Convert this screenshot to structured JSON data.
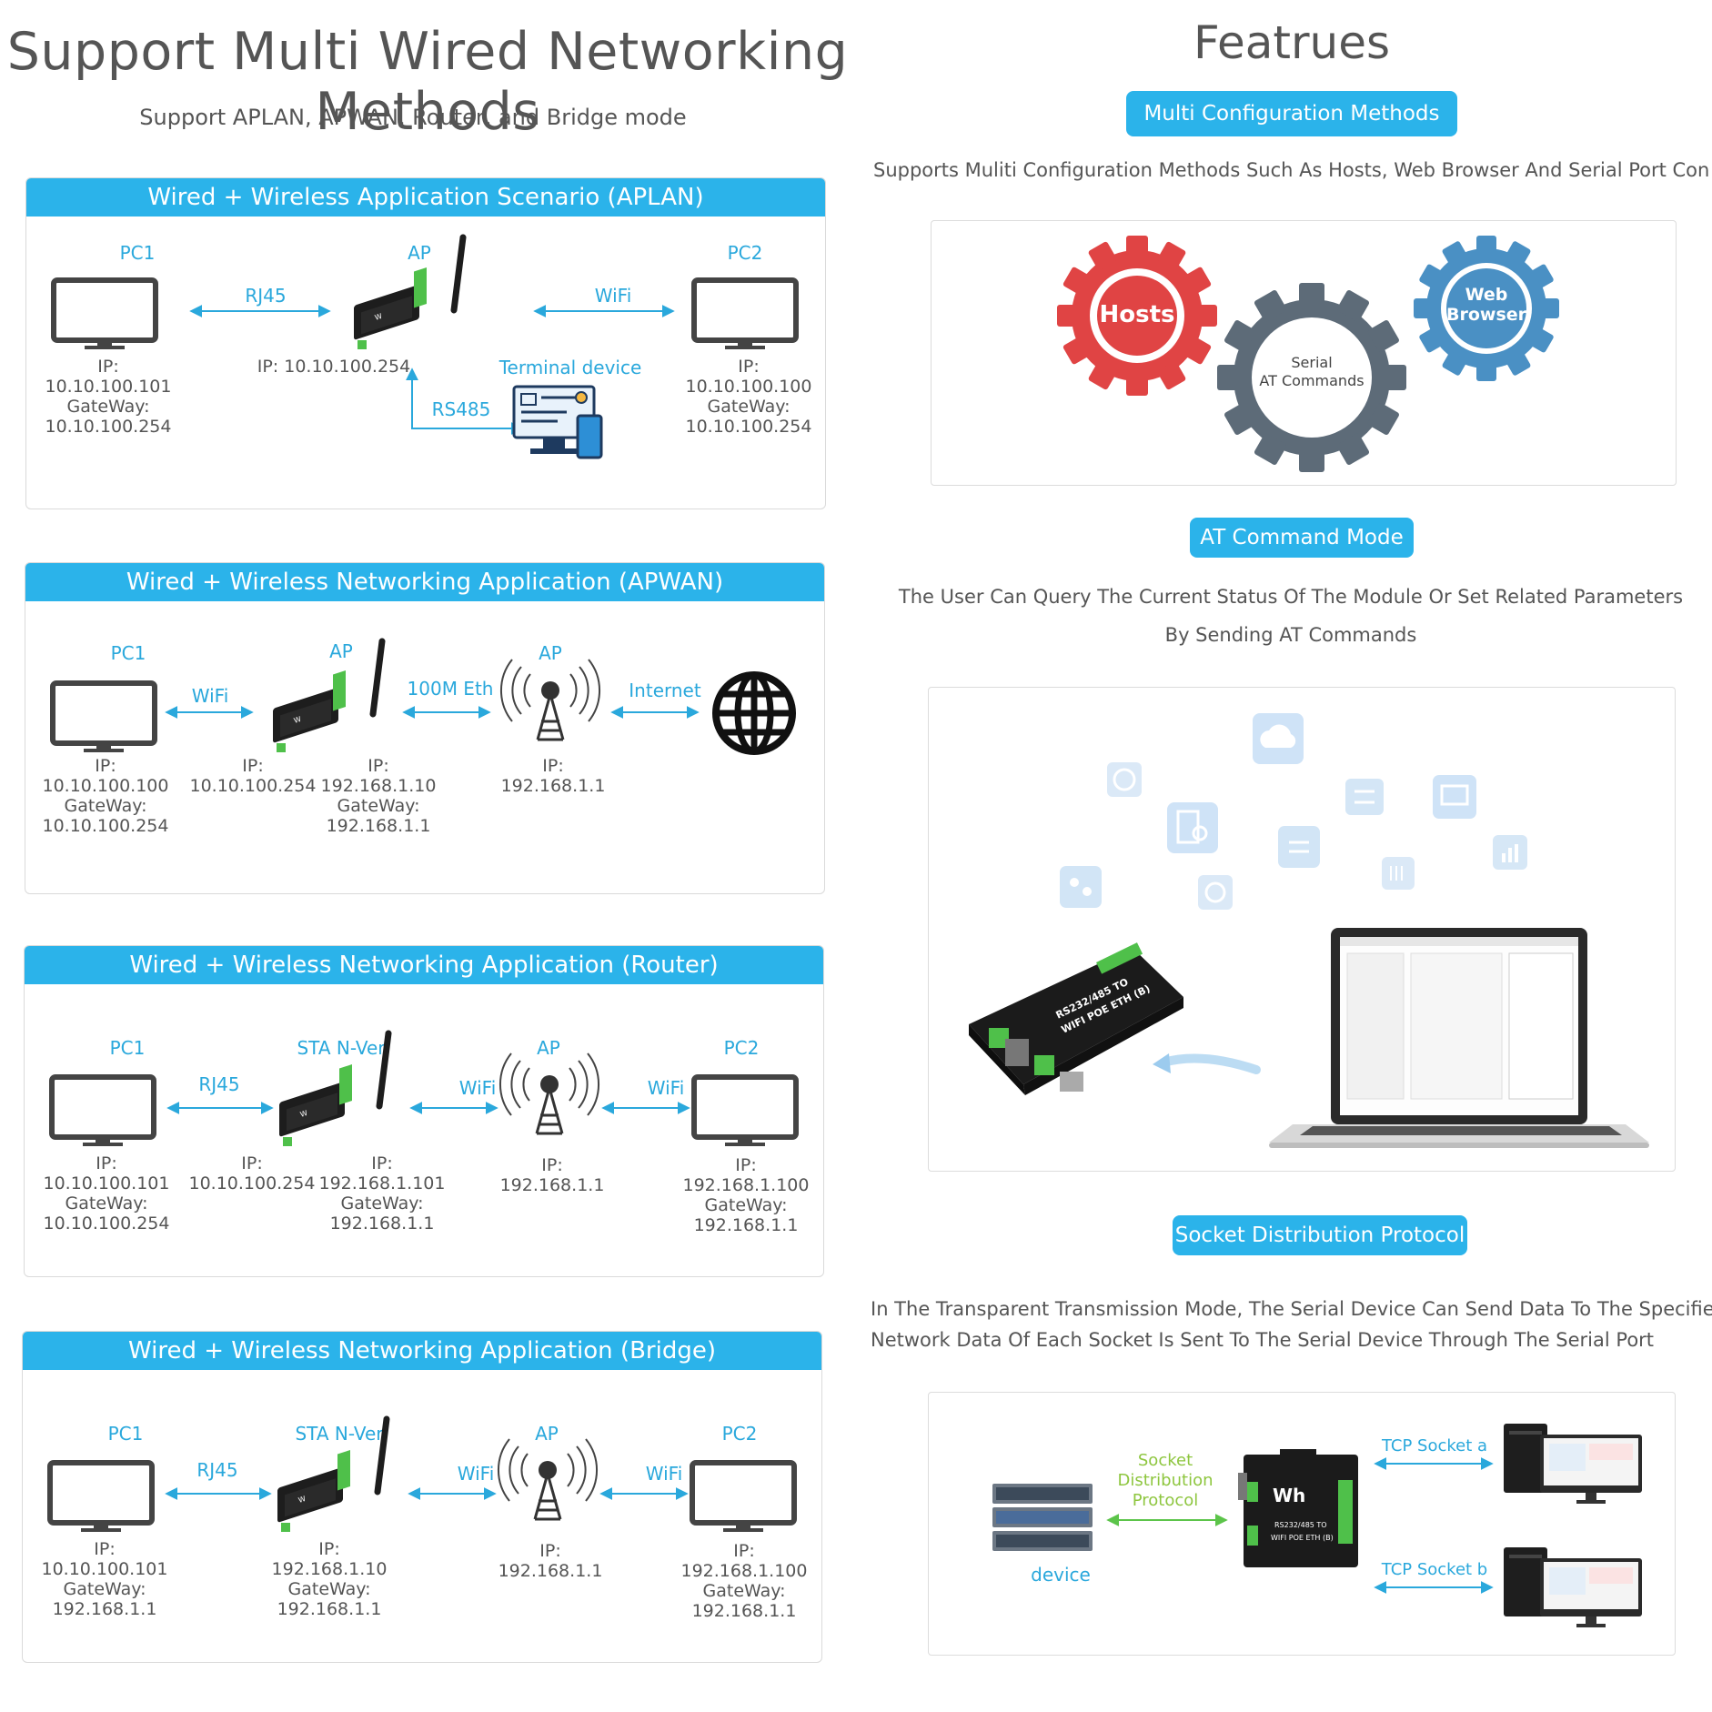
{
  "left": {
    "title": "Support Multi Wired Networking Methods",
    "subtitle": "Support APLAN, APWAN, Router, and Bridge mode",
    "aplan": {
      "header": "Wired + Wireless Application Scenario (APLAN)",
      "pc1": "PC1",
      "ap": "AP",
      "pc2": "PC2",
      "rj45": "RJ45",
      "wifi": "WiFi",
      "rs485": "RS485",
      "terminal": "Terminal device",
      "pc1_ip": [
        "IP:",
        "10.10.100.101",
        "GateWay:",
        "10.10.100.254"
      ],
      "ap_ip": "IP: 10.10.100.254",
      "pc2_ip": [
        "IP:",
        "10.10.100.100",
        "GateWay:",
        "10.10.100.254"
      ]
    },
    "apwan": {
      "header": "Wired + Wireless Networking Application (APWAN)",
      "pc1": "PC1",
      "ap1": "AP",
      "ap2": "AP",
      "wifi": "WiFi",
      "eth": "100M Eth",
      "internet": "Internet",
      "pc1_ip": [
        "IP:",
        "10.10.100.100",
        "GateWay:",
        "10.10.100.254"
      ],
      "dev_ip_left": [
        "IP:",
        "10.10.100.254"
      ],
      "dev_ip_right": [
        "IP:",
        "192.168.1.10",
        "GateWay:",
        "192.168.1.1"
      ],
      "ap_ip": [
        "IP:",
        "192.168.1.1"
      ]
    },
    "router": {
      "header": "Wired + Wireless Networking Application (Router)",
      "pc1": "PC1",
      "sta": "STA N-Ver",
      "ap": "AP",
      "pc2": "PC2",
      "rj45": "RJ45",
      "wifi1": "WiFi",
      "wifi2": "WiFi",
      "pc1_ip": [
        "IP:",
        "10.10.100.101",
        "GateWay:",
        "10.10.100.254"
      ],
      "dev_ip_left": [
        "IP:",
        "10.10.100.254"
      ],
      "dev_ip_right": [
        "IP:",
        "192.168.1.101",
        "GateWay:",
        "192.168.1.1"
      ],
      "ap_ip": [
        "IP:",
        "192.168.1.1"
      ],
      "pc2_ip": [
        "IP:",
        "192.168.1.100",
        "GateWay:",
        "192.168.1.1"
      ]
    },
    "bridge": {
      "header": "Wired + Wireless Networking Application (Bridge)",
      "pc1": "PC1",
      "sta": "STA N-Ver",
      "ap": "AP",
      "pc2": "PC2",
      "rj45": "RJ45",
      "wifi1": "WiFi",
      "wifi2": "WiFi",
      "pc1_ip": [
        "IP:",
        "10.10.100.101",
        "GateWay:",
        "192.168.1.1"
      ],
      "dev_ip": [
        "IP:",
        "192.168.1.10",
        "GateWay:",
        "192.168.1.1"
      ],
      "ap_ip": [
        "IP:",
        "192.168.1.1"
      ],
      "pc2_ip": [
        "IP:",
        "192.168.1.100",
        "GateWay:",
        "192.168.1.1"
      ]
    }
  },
  "right": {
    "title": "Featrues",
    "config": {
      "pill": "Multi Configuration Methods",
      "desc": "Supports Muliti Configuration Methods Such As Hosts, Web Browser And Serial Port Configuration",
      "gear_hosts": "Hosts",
      "gear_serial": [
        "Serial",
        "AT Commands"
      ],
      "gear_web": [
        "Web",
        "Browser"
      ]
    },
    "at": {
      "pill": "AT Command Mode",
      "desc1": "The User Can Query The Current Status Of The Module Or Set Related Parameters",
      "desc2": "By Sending AT Commands",
      "device_text": [
        "RS232/485 TO",
        "WIFI POE ETH (B)"
      ]
    },
    "socket": {
      "pill": "Socket Distribution Protocol",
      "desc1": "In The Transparent Transmission Mode, The Serial Device Can Send Data To The Specified Socket",
      "desc2": "Network Data Of Each Socket Is Sent To The Serial Device Through The Serial Port",
      "device_label": "device",
      "protocol_label": [
        "Socket",
        "Distribution",
        "Protocol"
      ],
      "socket_a": "TCP Socket a",
      "socket_b": "TCP Socket b",
      "device_text": [
        "RS232/485 TO",
        "WIFI POE ETH (B)"
      ]
    }
  },
  "colors": {
    "accent": "#2bb3ea",
    "label_blue": "#2aa8dc",
    "text": "#555555",
    "gear_red": "#e04444",
    "gear_gray": "#5d6b78",
    "gear_blue": "#4a90c4"
  }
}
